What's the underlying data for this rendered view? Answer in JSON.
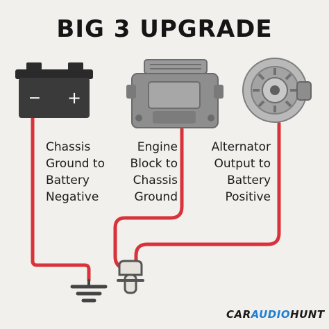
{
  "title": "BIG 3 UPGRADE",
  "components": {
    "battery": {
      "negative_symbol": "−",
      "positive_symbol": "+",
      "label_lines": [
        "Chassis",
        "Ground to",
        "Battery",
        "Negative"
      ]
    },
    "engine": {
      "label_lines": [
        "Engine",
        "Block to",
        "Chassis",
        "Ground"
      ]
    },
    "alternator": {
      "label_lines": [
        "Alternator",
        "Output to",
        "Battery",
        "Positive"
      ]
    }
  },
  "colors": {
    "wire": "#d8323a",
    "battery_body": "#3a3a3a",
    "engine_body": "#8e8e8e",
    "alternator_body": "#b9b9b9",
    "ground_symbol": "#444444",
    "background": "#f2f0ec"
  },
  "icons": [
    "battery-icon",
    "engine-block-icon",
    "alternator-icon",
    "chassis-ground-symbol",
    "terminal-lug-icon"
  ],
  "watermark": "CARAUDIOHUNT"
}
